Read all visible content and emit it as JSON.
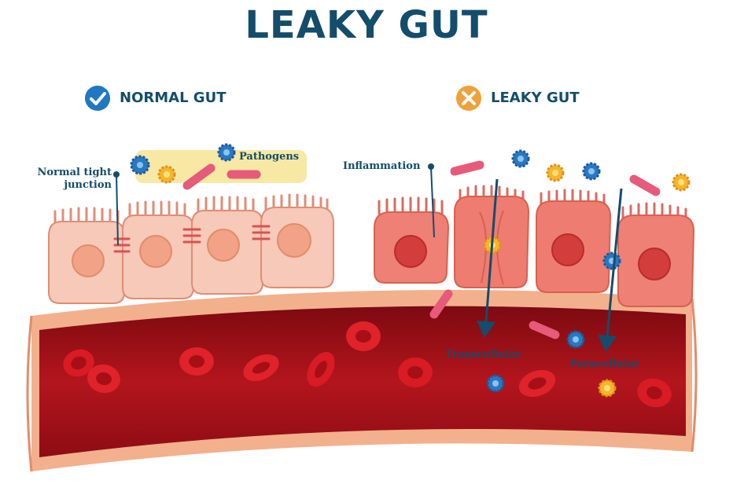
{
  "title": "LEAKY GUT",
  "normal": {
    "heading": "NORMAL GUT",
    "icon": "checkmark-icon",
    "color": "#1f78c1"
  },
  "leaky": {
    "heading": "LEAKY GUT",
    "icon": "x-mark-icon",
    "color": "#f0a13a"
  },
  "labels": {
    "tight_junction_line1": "Normal tight",
    "tight_junction_line2": "junction",
    "pathogens": "Pathogens",
    "inflammation": "Inflammation",
    "transcellular": "Transcellular",
    "paracellular": "Paracellular"
  },
  "colors": {
    "title": "#134d6b",
    "normal_cell": "#f6c9b8",
    "inflamed_cell": "#ee8076",
    "blood": "#b3141c",
    "pathogen_highlight": "#f7e8a4"
  }
}
